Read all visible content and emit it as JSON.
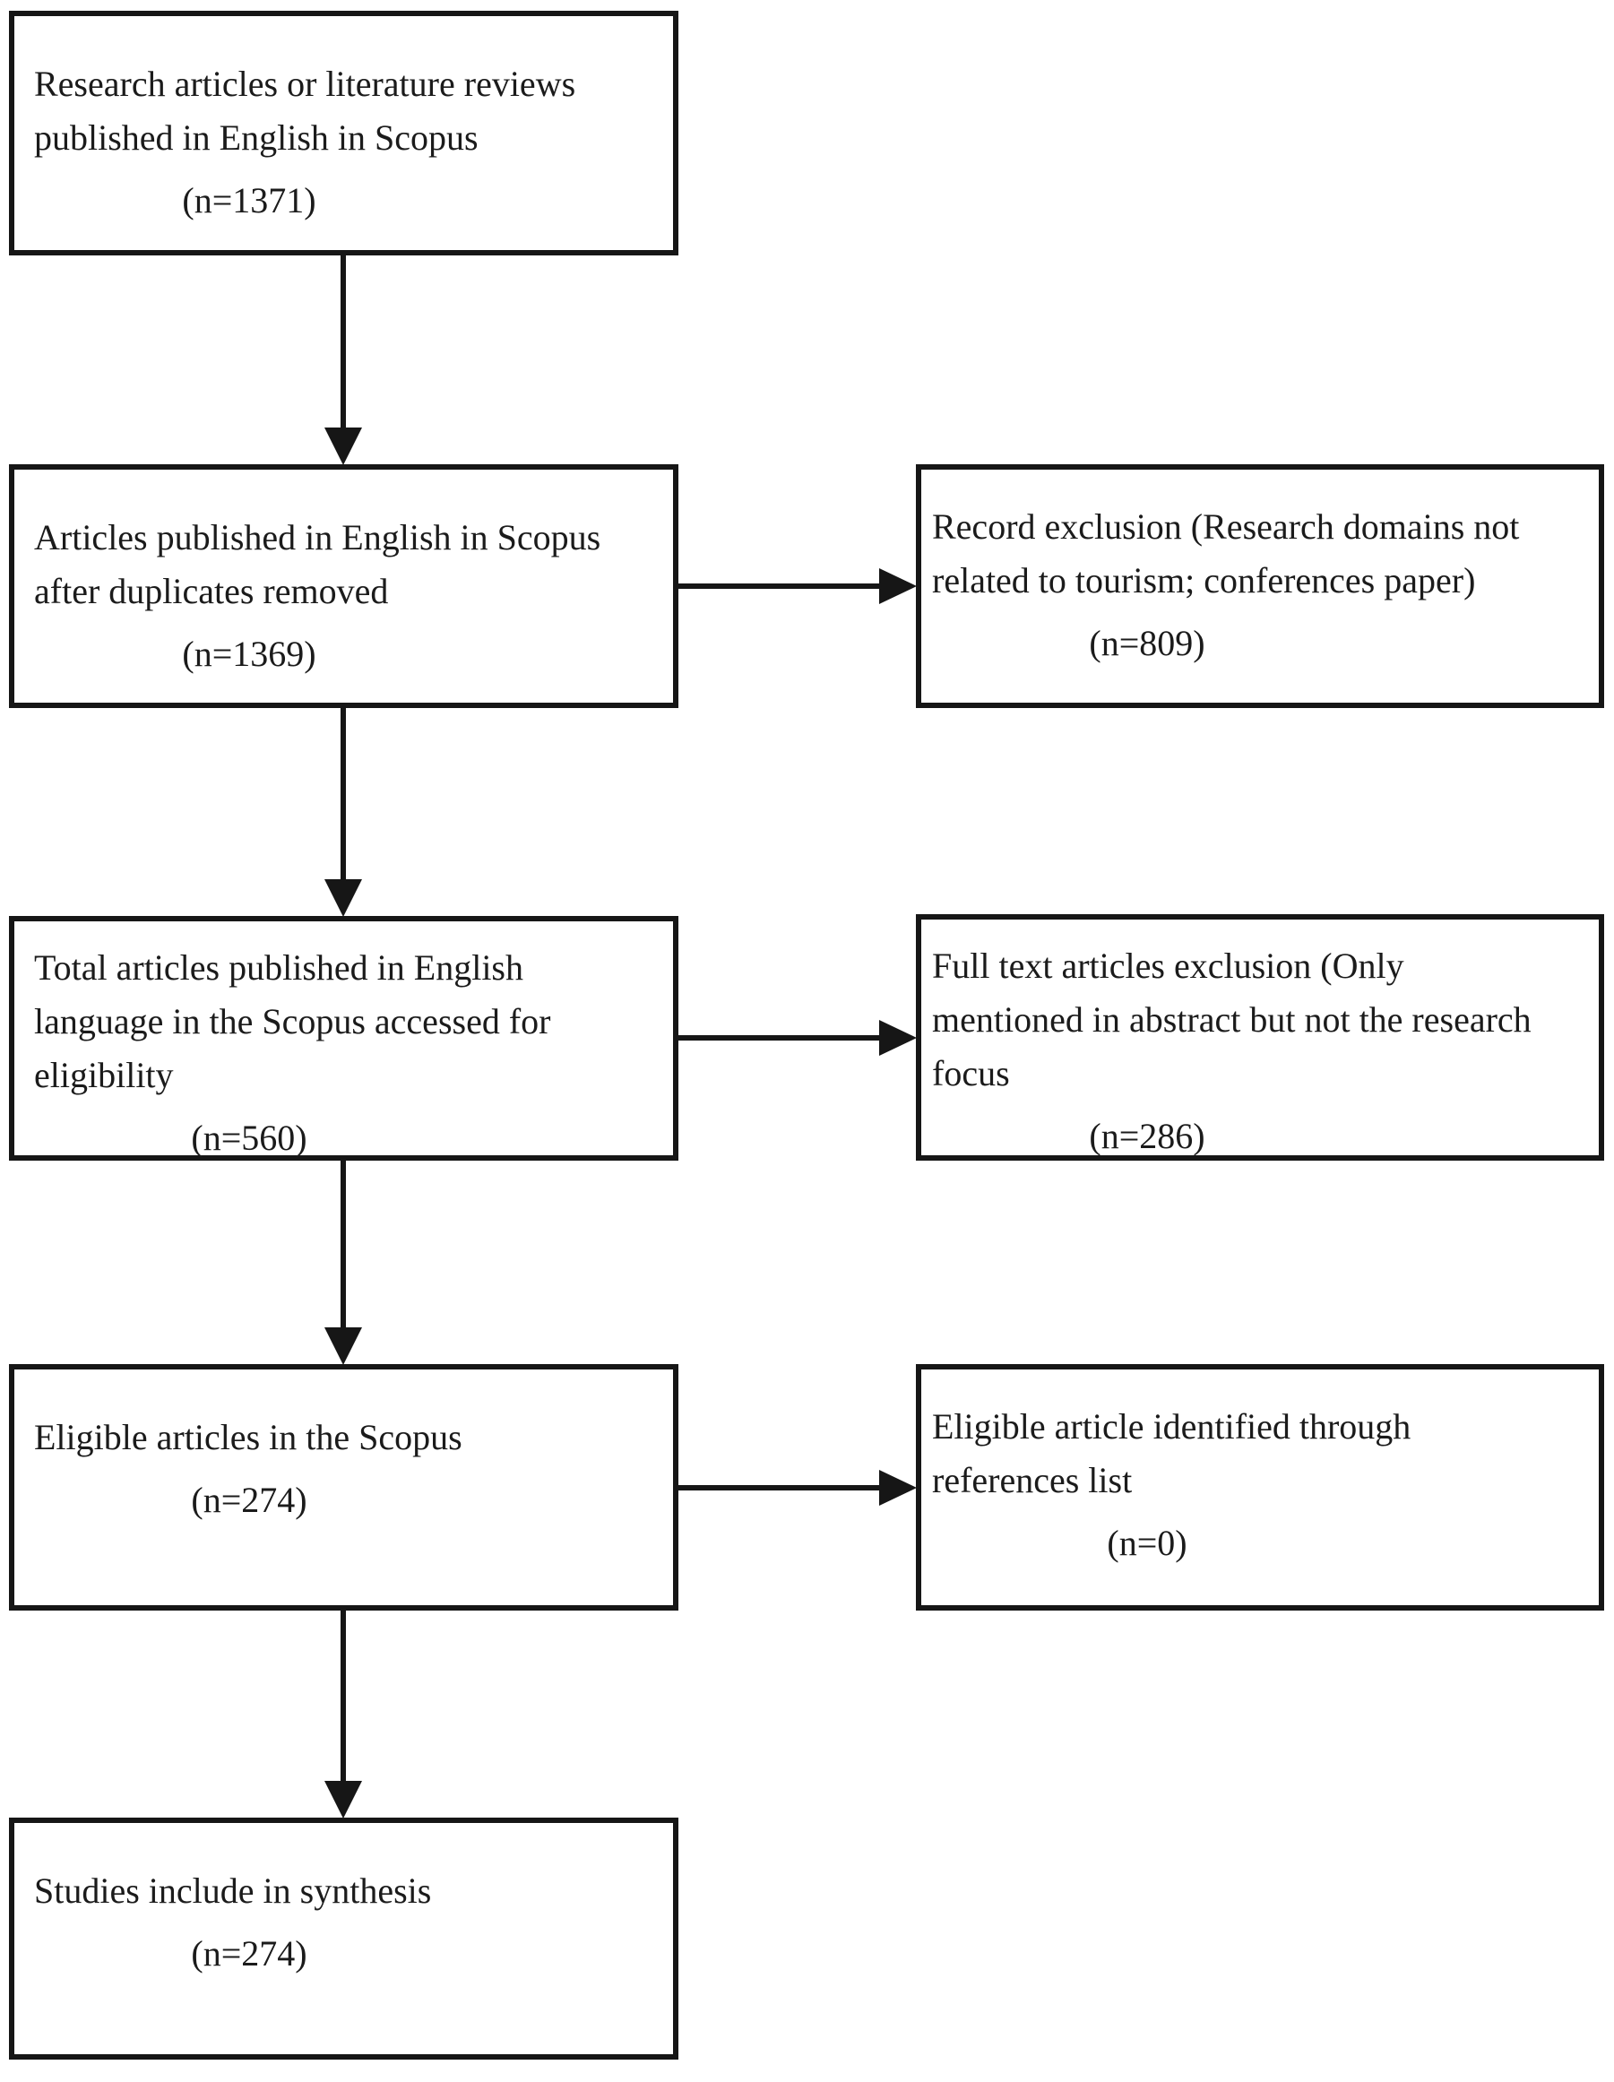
{
  "colors": {
    "border": "#161616",
    "text": "#1b1b1b",
    "background": "#ffffff"
  },
  "flow": {
    "main": [
      {
        "id": "identification",
        "lines": [
          "Research articles or literature reviews",
          "published in English in Scopus"
        ],
        "count": "(n=1371)"
      },
      {
        "id": "duplicates-removed",
        "lines": [
          "Articles published in English in Scopus",
          "after duplicates removed"
        ],
        "count": "(n=1369)"
      },
      {
        "id": "accessed-for-eligibility",
        "lines": [
          "Total articles published in English",
          "language in the Scopus accessed for",
          "eligibility"
        ],
        "count": "(n=560)"
      },
      {
        "id": "eligible-articles",
        "lines": [
          "Eligible articles in the Scopus"
        ],
        "count": "(n=274)"
      },
      {
        "id": "included-in-synthesis",
        "lines": [
          "Studies include in synthesis"
        ],
        "count": "(n=274)"
      }
    ],
    "exclusions": [
      {
        "id": "record-exclusion",
        "lines": [
          "Record exclusion (Research domains not",
          "related to tourism; conferences paper)"
        ],
        "count": "(n=809)"
      },
      {
        "id": "full-text-exclusion",
        "lines": [
          "Full text articles exclusion (Only",
          "mentioned in abstract but not the research",
          "focus"
        ],
        "count": "(n=286)"
      },
      {
        "id": "references-list",
        "lines": [
          "Eligible article identified through",
          "references list"
        ],
        "count": "(n=0)"
      }
    ]
  }
}
